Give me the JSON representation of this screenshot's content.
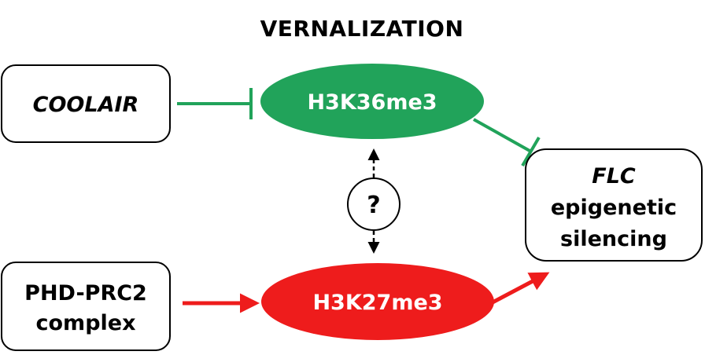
{
  "title": "VERNALIZATION",
  "colors": {
    "green": "#21a35a",
    "red": "#ee1c1c",
    "black": "#000000",
    "white": "#ffffff"
  },
  "nodes": {
    "coolair": {
      "label": "COOLAIR"
    },
    "h3k36": {
      "label": "H3K36me3"
    },
    "h3k27": {
      "label": "H3K27me3"
    },
    "phd": {
      "line1": "PHD-PRC2",
      "line2": "complex"
    },
    "flc": {
      "line1": "FLC",
      "line2": "epigenetic",
      "line3": "silencing"
    },
    "question": {
      "label": "?"
    }
  }
}
